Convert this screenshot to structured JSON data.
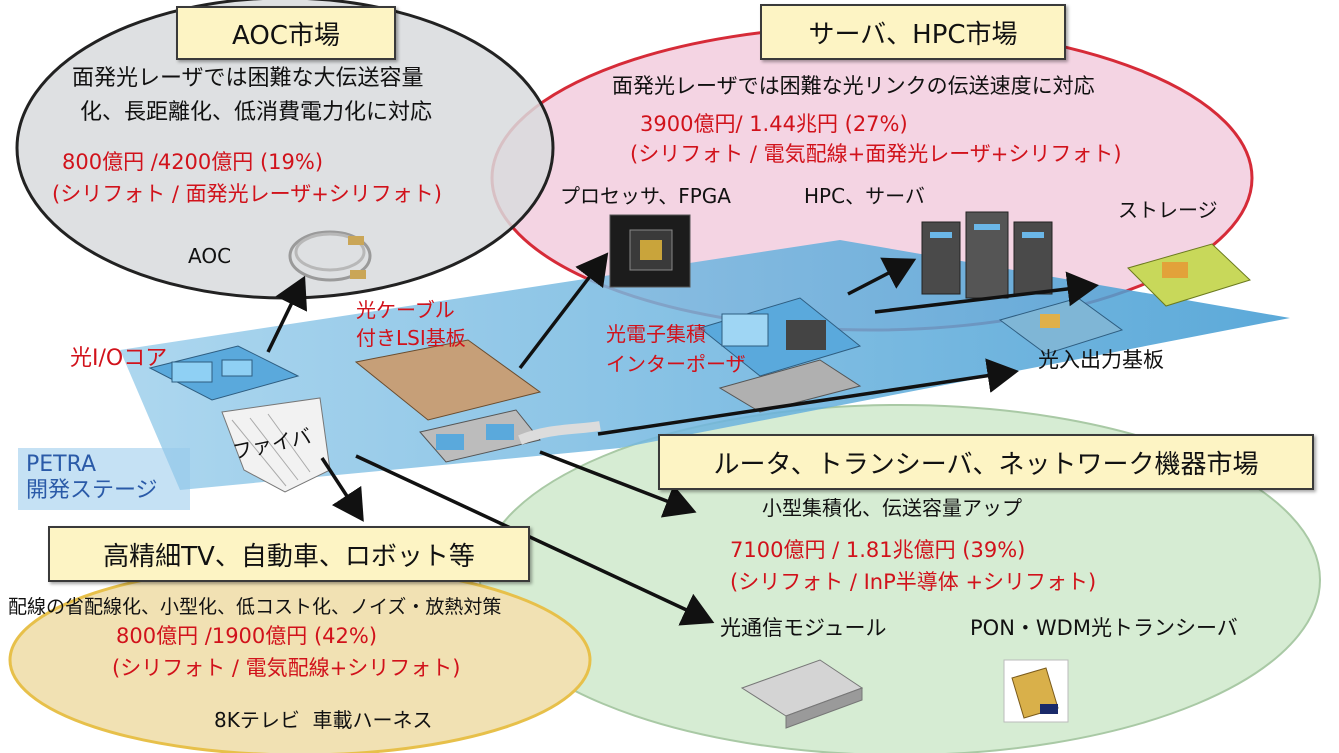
{
  "colors": {
    "aoc_ellipse": "#d8dadd",
    "server_ellipse": "#f3cfe0",
    "router_ellipse": "#d6ecd3",
    "tv_ellipse": "#f1e1b3",
    "flow_arrow": "#4fa7d8",
    "red_text": "#d1121b",
    "title_box": "#fdf4c4"
  },
  "aoc": {
    "title": "AOC市場",
    "desc_line1": "面発光レーザでは困難な大伝送容量",
    "desc_line2": "化、長距離化、低消費電力化に対応",
    "market": "800億円 /4200億円 (19%)",
    "breakdown": "(シリフォト / 面発光レーザ+シリフォト)",
    "product": "AOC"
  },
  "server": {
    "title": "サーバ、HPC市場",
    "desc": "面発光レーザでは困難な光リンクの伝送速度に対応",
    "market": "3900億円/ 1.44兆円 (27%)",
    "breakdown": "(シリフォト / 電気配線+面発光レーザ+シリフォト)",
    "processor_label": "プロセッサ、FPGA",
    "hpc_label": "HPC、サーバ",
    "storage_label": "ストレージ"
  },
  "flow": {
    "io_core": "光I/Oコア",
    "cable_lsi_line1": "光ケーブル",
    "cable_lsi_line2": "付きLSI基板",
    "interposer_line1": "光電子集積",
    "interposer_line2": "インターポーザ",
    "io_board": "光入出力基板",
    "fiber": "ファイバ",
    "petra_line1": "PETRA",
    "petra_line2": "開発ステージ"
  },
  "router": {
    "title": "ルータ、トランシーバ、ネットワーク機器市場",
    "desc": "小型集積化、伝送容量アップ",
    "market": "7100億円 / 1.81兆億円 (39%)",
    "breakdown": "(シリフォト / InP半導体 +シリフォト)",
    "module_label": "光通信モジュール",
    "transceiver_label": "PON・WDM光トランシーバ"
  },
  "tv": {
    "title": "高精細TV、自動車、ロボット等",
    "desc": "配線の省配線化、小型化、低コスト化、ノイズ・放熱対策",
    "market": "800億円 /1900億円 (42%)",
    "breakdown": "(シリフォト / 電気配線+シリフォト)",
    "products": "8Kテレビ  車載ハーネス"
  }
}
